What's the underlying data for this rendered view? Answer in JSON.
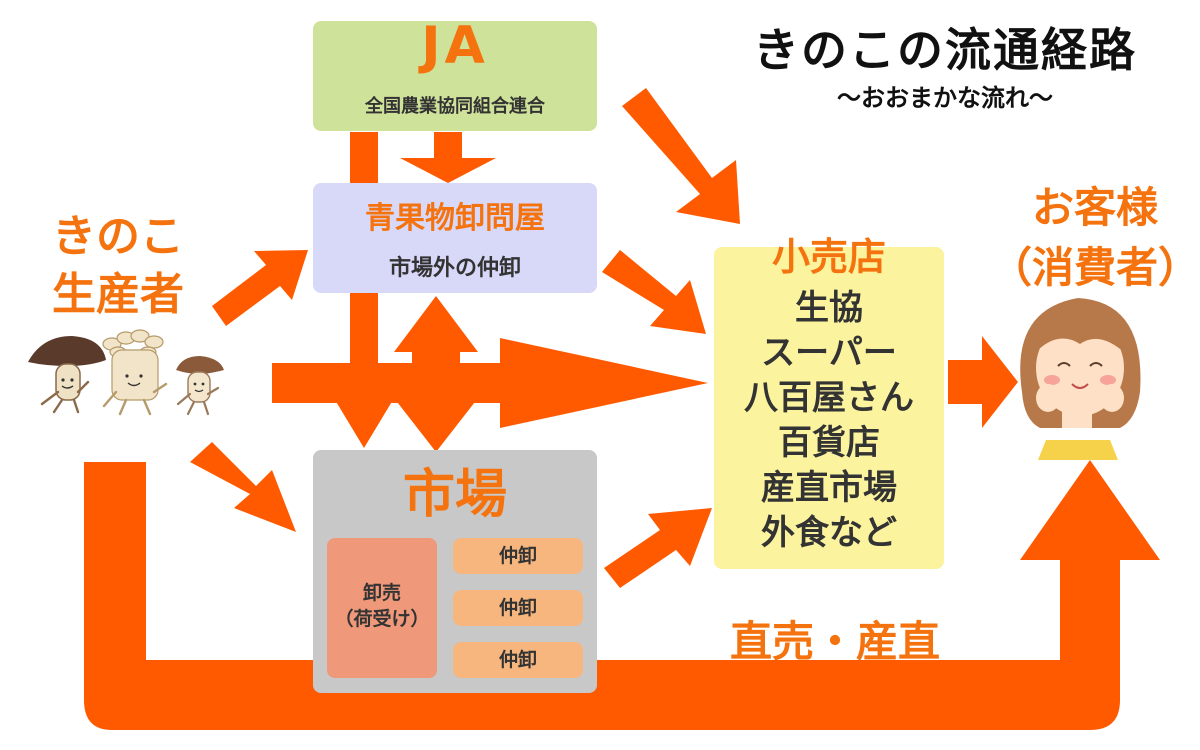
{
  "title": "きのこの流通経路",
  "subtitle": "〜おおまかな流れ〜",
  "colors": {
    "arrow": "#ff5a00",
    "accent_text": "#f5730f",
    "ja_box": "#cfe29a",
    "wholesaler_box": "#d8d8f8",
    "market_box": "#c8c8c8",
    "oroshiuri_box": "#f0987a",
    "nakaoroshi_box": "#f6b67e",
    "retail_box": "#fbf39e"
  },
  "producer": {
    "line1": "きのこ",
    "line2": "生産者",
    "icon": "mushroom-characters-icon"
  },
  "ja": {
    "label": "JA",
    "sub": "全国農業協同組合連合"
  },
  "wholesaler": {
    "label": "青果物卸問屋",
    "sub": "市場外の仲卸"
  },
  "market": {
    "label": "市場",
    "oroshiuri": {
      "line1": "卸売",
      "line2": "（荷受け）"
    },
    "nakaoroshi": [
      "仲卸",
      "仲卸",
      "仲卸"
    ]
  },
  "retail": {
    "label": "小売店",
    "items": [
      "生協",
      "スーパー",
      "八百屋さん",
      "百貨店",
      "産直市場",
      "外食など"
    ]
  },
  "customer": {
    "line1": "お客様",
    "line2": "（消費者）",
    "icon": "consumer-woman-icon"
  },
  "direct": {
    "label": "直売・産直"
  }
}
